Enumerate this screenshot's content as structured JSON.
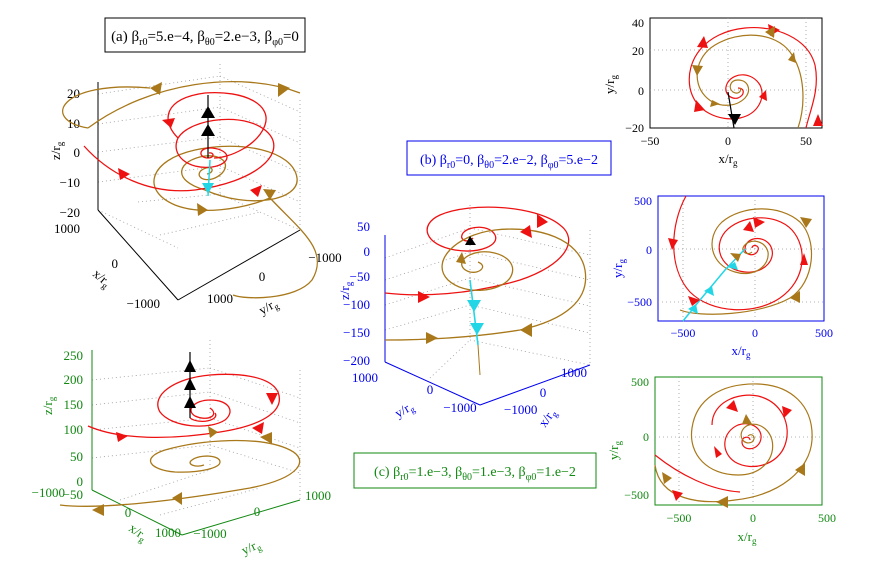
{
  "colors": {
    "red": "#ee1111",
    "gold": "#a8781a",
    "black": "#000000",
    "cyan": "#22d6e6",
    "blue": "#0000ee",
    "green": "#118811",
    "grid": "#9a9a9a"
  },
  "chart_data": [
    {
      "id": "a3d",
      "type": "line",
      "title": "(a) β_r0=5.e−4, β_θ0=2.e−3, β_φ0=0",
      "title_parts": {
        "prefix": "(a) ",
        "t1": "β",
        "s1": "r0",
        "v1": "=5.e−4, ",
        "t2": "β",
        "s2": "θ0",
        "v2": "=2.e−3, ",
        "t3": "β",
        "s3": "φ0",
        "v3": "=0"
      },
      "frame_color": "#000000",
      "xlabel": "x/r",
      "xsub": "g",
      "ylabel": "y/r",
      "ysub": "g",
      "zlabel": "z/r",
      "zsub": "g",
      "xticks": [
        "1000",
        "0",
        "−1000"
      ],
      "yticks": [
        "1000",
        "0",
        "−1000"
      ],
      "zticks": [
        "20",
        "10",
        "0",
        "−10",
        "−20"
      ],
      "zlim": [
        -20,
        20
      ],
      "series": [
        {
          "color": "red",
          "path": "spiral_down"
        },
        {
          "color": "gold",
          "path": "spiral_up"
        }
      ]
    },
    {
      "id": "c3d",
      "type": "line",
      "frame_color": "#118811",
      "xlabel": "x/r",
      "xsub": "g",
      "ylabel": "y/r",
      "ysub": "g",
      "zlabel": "z/r",
      "zsub": "g",
      "xticks": [
        "−1000",
        "0",
        "1000"
      ],
      "yticks": [
        "−1000",
        "0",
        "1000"
      ],
      "zticks": [
        "250",
        "200",
        "150",
        "100",
        "50",
        "0",
        "−50"
      ],
      "zlim": [
        -50,
        250
      ]
    },
    {
      "id": "b3d",
      "type": "line",
      "frame_color": "#0000ee",
      "xlabel": "x/r",
      "xsub": "g",
      "ylabel": "y/r",
      "ysub": "g",
      "zlabel": "z/r",
      "zsub": "g",
      "xticks": [
        "1000",
        "0",
        "−1000"
      ],
      "yticks": [
        "1000",
        "0",
        "−1000"
      ],
      "zticks": [
        "50",
        "0",
        "−50",
        "−100",
        "−150",
        "−200"
      ],
      "zlim": [
        -200,
        50
      ]
    },
    {
      "id": "a2d",
      "type": "line",
      "frame_color": "#000000",
      "xlabel": "x/r",
      "xsub": "g",
      "ylabel": "y/r",
      "ysub": "g",
      "xticks": [
        "−50",
        "0",
        "50"
      ],
      "yticks": [
        "40",
        "20",
        "0",
        "−20"
      ],
      "xlim": [
        -50,
        60
      ],
      "ylim": [
        -28,
        40
      ]
    },
    {
      "id": "b2d",
      "type": "line",
      "frame_color": "#0000ee",
      "xlabel": "x/r",
      "xsub": "g",
      "ylabel": "y/r",
      "ysub": "g",
      "xticks": [
        "−500",
        "0",
        "500"
      ],
      "yticks": [
        "500",
        "0",
        "−500"
      ],
      "xlim": [
        -650,
        500
      ],
      "ylim": [
        -650,
        500
      ]
    },
    {
      "id": "c2d",
      "type": "line",
      "frame_color": "#118811",
      "xlabel": "x/r",
      "xsub": "g",
      "ylabel": "y/r",
      "ysub": "g",
      "xticks": [
        "−500",
        "0",
        "500"
      ],
      "yticks": [
        "500",
        "0",
        "−500"
      ],
      "xlim": [
        -600,
        560
      ],
      "ylim": [
        -560,
        500
      ]
    }
  ],
  "labels": {
    "b_title": {
      "prefix": "(b) ",
      "t1": "β",
      "s1": "r0",
      "v1": "=0, ",
      "t2": "β",
      "s2": "θ0",
      "v2": "=2.e−2, ",
      "t3": "β",
      "s3": "φ0",
      "v3": "=5.e−2"
    },
    "c_title": {
      "prefix": "(c) ",
      "t1": "β",
      "s1": "r0",
      "v1": "=1.e−3, ",
      "t2": "β",
      "s2": "θ0",
      "v2": "=1.e−3, ",
      "t3": "β",
      "s3": "φ0",
      "v3": "=1.e−2"
    }
  }
}
